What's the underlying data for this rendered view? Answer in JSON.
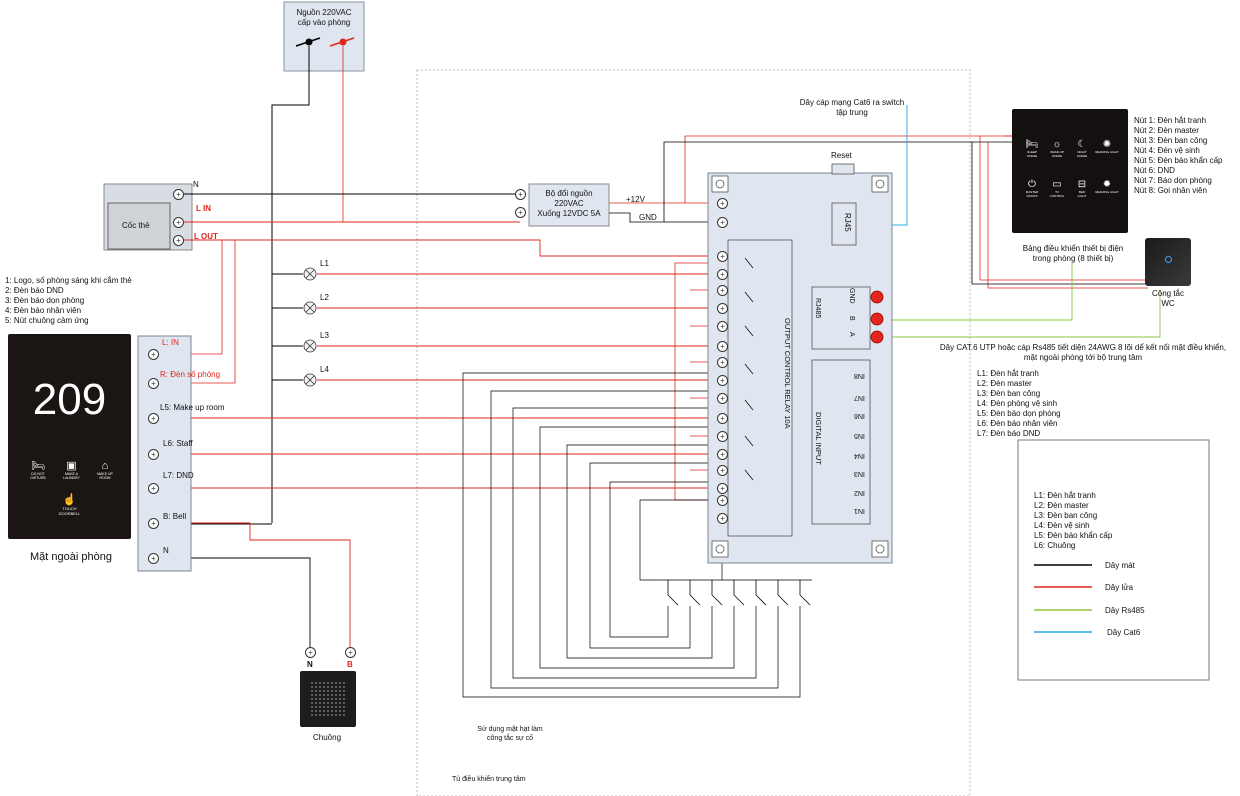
{
  "power_source": {
    "line1": "Nguồn 220VAC",
    "line2": "cấp vào phòng"
  },
  "card_switch": {
    "label": "Cốc thẻ",
    "n": "N",
    "l_in": "L IN",
    "l_out": "L OUT"
  },
  "psu": {
    "line1": "Bộ đổi nguồn",
    "line2": "220VAC",
    "line3": "Xuống 12VDC 5A",
    "plus": "+12V",
    "gnd": "GND"
  },
  "lamps": [
    "L1",
    "L2",
    "L3",
    "L4"
  ],
  "outer_panel": {
    "room_number": "209",
    "icons": [
      {
        "name": "do-not-disturb-icon",
        "line1": "DO NOT",
        "line2": "DISTURB"
      },
      {
        "name": "laundry-icon",
        "line1": "MAKE A",
        "line2": "LAUNDRY"
      },
      {
        "name": "make-up-icon",
        "line1": "MAKE UP",
        "line2": "ROOM"
      }
    ],
    "touch_line1": "TOUCH",
    "touch_line2": "DOORBELL",
    "caption": "Mặt ngoài phòng",
    "notes": [
      "1: Logo, số phòng sáng khi cắm thẻ",
      "2: Đèn báo DND",
      "3: Đèn báo dọn phòng",
      "4: Đèn báo nhân viên",
      "5: Nút chuông cảm ứng"
    ]
  },
  "outer_terminals": [
    "L: IN",
    "R: Đèn số phòng",
    "L5: Make up room",
    "L6: Staff",
    "L7: DND",
    "B: Bell",
    "N"
  ],
  "bell": {
    "n": "N",
    "b": "B",
    "caption": "Chuông"
  },
  "cabinet": {
    "note_line1": "Sử dụng mặt hạt làm",
    "note_line2": "công tắc sự cố",
    "caption": "Tủ điều khiển trung tâm"
  },
  "controller": {
    "reset": "Reset",
    "rj45": "RJ45",
    "rs485": "RJ485",
    "rs485_pins": [
      "GND",
      "B",
      "A"
    ],
    "relay_label": "OUTPUT CONTROL RELAY 10A",
    "din_label": "DIGITAL INPUT",
    "din_pins": [
      "IN8",
      "IN7",
      "IN6",
      "IN5",
      "IN4",
      "IN3",
      "IN2",
      "IN1"
    ]
  },
  "cat6_note": {
    "line1": "Dây cáp mạng Cat6 ra switch",
    "line2": "tập trung"
  },
  "room_panel": {
    "icons": [
      {
        "name": "sleep-icon",
        "line1": "SLEEP",
        "line2": "SCENE"
      },
      {
        "name": "wakeup-icon",
        "line1": "WAKE UP",
        "line2": "SCENE"
      },
      {
        "name": "night-icon",
        "line1": "NIGHT",
        "line2": "SCENE"
      },
      {
        "name": "reading-light-icon",
        "line1": "READING LIGHT",
        "line2": ""
      },
      {
        "name": "power-icon",
        "line1": "MASTER",
        "line2": "ON/OFF"
      },
      {
        "name": "tv-icon",
        "line1": "TV",
        "line2": "CONTROL"
      },
      {
        "name": "bed-light-icon",
        "line1": "BED",
        "line2": "LIGHT"
      },
      {
        "name": "bulb-icon",
        "line1": "READING LIGHT",
        "line2": ""
      }
    ],
    "buttons": [
      "Nút 1: Đèn hắt tranh",
      "Nút 2: Đèn master",
      "Nút 3: Đèn ban công",
      "Nút 4: Đèn vệ sinh",
      "Nút 5: Đèn báo khẩn cấp",
      "Nút 6: DND",
      "Nút 7: Báo dọn phòng",
      "Nút 8: Gọi nhân viên"
    ],
    "caption_line1": "Bảng điều khiển thiết bị điện",
    "caption_line2": "trong phòng (8 thiết bị)"
  },
  "wc_switch": {
    "line1": "Công tắc",
    "line2": "WC"
  },
  "cable_note": {
    "line1": "Dây CAT.6 UTP hoặc cáp Rs485 tiết diện 24AWG 8 lõi dể kết nối mặt điều khiển,",
    "line2": "mặt ngoài phòng tới bộ trung tâm"
  },
  "relay_map": [
    "L1: Đèn hắt tranh",
    "L2: Đèn master",
    "L3: Đèn ban công",
    "L4: Đèn phòng vệ sinh",
    "L5: Đèn báo dọn phòng",
    "L6: Đèn báo nhân viên",
    "L7: Đèn báo DND"
  ],
  "legend": {
    "items": [
      "L1: Đèn hắt tranh",
      "L2: Đèn master",
      "L3: Đèn ban công",
      "L4: Đèn vệ sinh",
      "L5: Đèn báo khẩn cấp",
      "L6: Chuông"
    ],
    "wires": [
      {
        "label": "Dây mát",
        "color": "#000000"
      },
      {
        "label": "Dây lửa",
        "color": "#e0261d"
      },
      {
        "label": "Dây Rs485",
        "color": "#8dc63f"
      },
      {
        "label": "Dây Cat6",
        "color": "#29abe2"
      }
    ]
  }
}
